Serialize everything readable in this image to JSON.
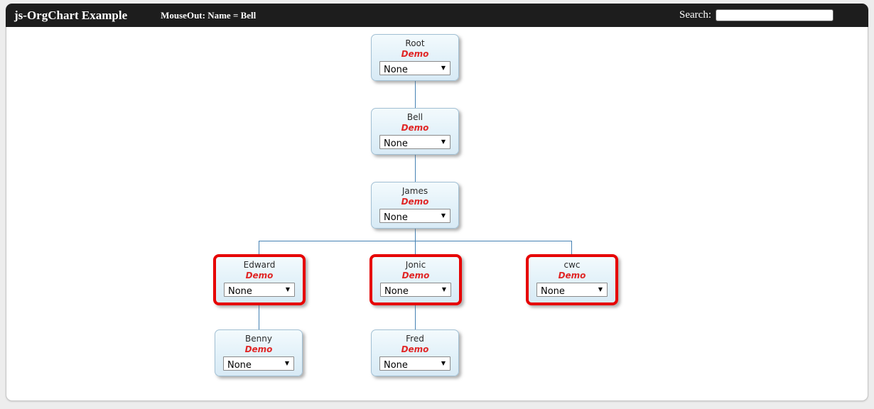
{
  "header": {
    "title": "js-OrgChart Example",
    "status": "MouseOut: Name = Bell",
    "search_label": "Search:",
    "search_value": ""
  },
  "chart": {
    "nodes": [
      {
        "name": "Root",
        "subtitle": "Demo",
        "dropdown": "None",
        "highlighted": false
      },
      {
        "name": "Bell",
        "subtitle": "Demo",
        "dropdown": "None",
        "highlighted": false
      },
      {
        "name": "James",
        "subtitle": "Demo",
        "dropdown": "None",
        "highlighted": false
      },
      {
        "name": "Edward",
        "subtitle": "Demo",
        "dropdown": "None",
        "highlighted": true
      },
      {
        "name": "Jonic",
        "subtitle": "Demo",
        "dropdown": "None",
        "highlighted": true
      },
      {
        "name": "cwc",
        "subtitle": "Demo",
        "dropdown": "None",
        "highlighted": true
      },
      {
        "name": "Benny",
        "subtitle": "Demo",
        "dropdown": "None",
        "highlighted": false
      },
      {
        "name": "Fred",
        "subtitle": "Demo",
        "dropdown": "None",
        "highlighted": false
      }
    ],
    "edges": [
      [
        "Root",
        "Bell"
      ],
      [
        "Bell",
        "James"
      ],
      [
        "James",
        "Edward"
      ],
      [
        "James",
        "Jonic"
      ],
      [
        "James",
        "cwc"
      ],
      [
        "Edward",
        "Benny"
      ],
      [
        "Jonic",
        "Fred"
      ]
    ],
    "colors": {
      "connector": "#4682b4",
      "highlight_border": "#e60000",
      "subtitle_text": "#e02626",
      "node_border": "#a2c0d4",
      "header_bg": "#1d1d1d"
    }
  }
}
